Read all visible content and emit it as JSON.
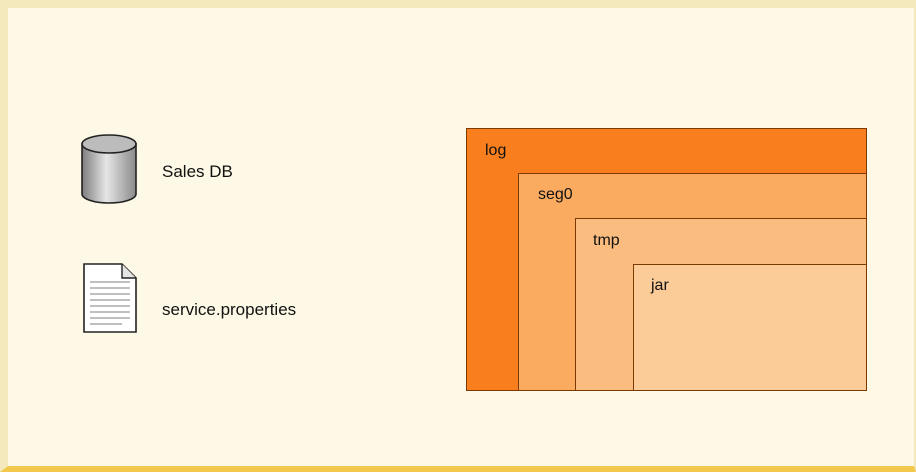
{
  "items": {
    "database": {
      "label": "Sales DB",
      "icon": "database-icon"
    },
    "properties_file": {
      "label": "service.properties",
      "icon": "document-icon"
    }
  },
  "directories": {
    "log": "log",
    "seg0": "seg0",
    "tmp": "tmp",
    "jar": "jar"
  },
  "colors": {
    "background": "#fdf9e6",
    "bottom_border": "#f2c94c",
    "log": "#f97f1e",
    "seg0": "#fbab5f",
    "tmp": "#fbbd7f",
    "jar": "#fbcb98"
  }
}
